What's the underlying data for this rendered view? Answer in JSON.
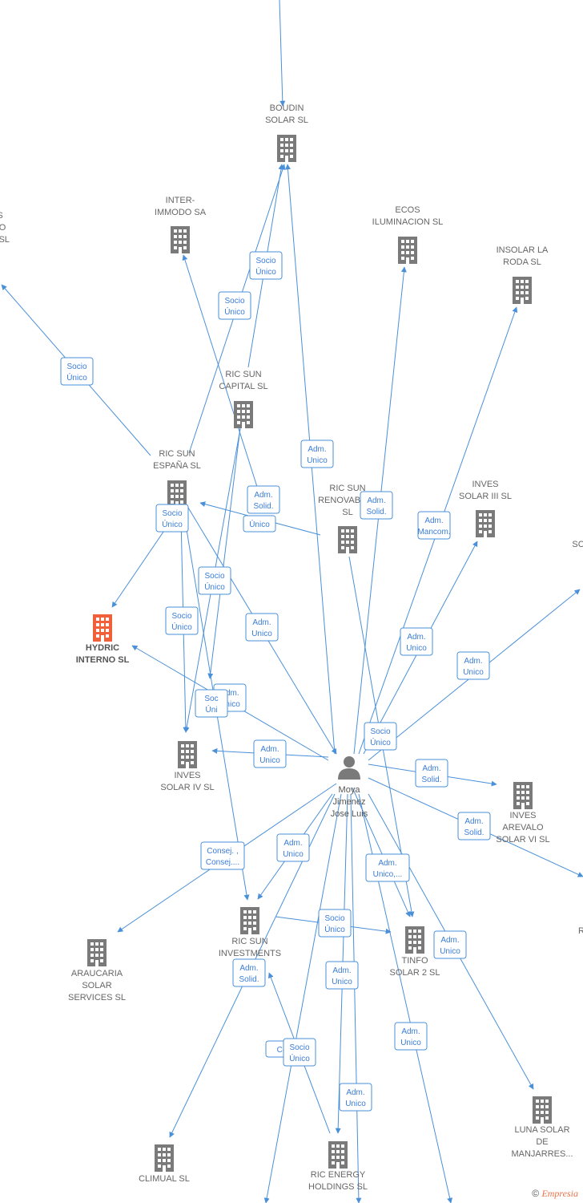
{
  "graph": {
    "companies": [
      {
        "id": "boudin",
        "lines": [
          "BOUDIN",
          "SOLAR SL"
        ]
      },
      {
        "id": "intermodo",
        "lines": [
          "INTER-",
          "IMMODO SA"
        ]
      },
      {
        "id": "ecos",
        "lines": [
          "ECOS",
          "ILUMINACION SL"
        ]
      },
      {
        "id": "insolar",
        "lines": [
          "INSOLAR LA",
          "RODA  SL"
        ]
      },
      {
        "id": "ricsuncapital",
        "lines": [
          "RIC SUN",
          "CAPITAL  SL"
        ]
      },
      {
        "id": "ricsunespana",
        "lines": [
          "RIC SUN",
          "ESPAÑA  SL"
        ]
      },
      {
        "id": "ricsunrenov",
        "lines": [
          "RIC SUN",
          "RENOVABLES",
          "SL"
        ]
      },
      {
        "id": "invessolar3",
        "lines": [
          "INVES",
          "SOLAR III SL"
        ]
      },
      {
        "id": "hydric",
        "lines": [
          "HYDRIC",
          "INTERNO  SL"
        ],
        "focus": true
      },
      {
        "id": "invessolar4",
        "lines": [
          "INVES",
          "SOLAR IV SL"
        ]
      },
      {
        "id": "invesarevalo",
        "lines": [
          "INVES",
          "AREVALO",
          "SOLAR VI SL"
        ]
      },
      {
        "id": "araucaria",
        "lines": [
          "ARAUCARIA",
          "SOLAR",
          "SERVICES SL"
        ]
      },
      {
        "id": "ricsuninv",
        "lines": [
          "RIC SUN",
          "INVESTMENTS"
        ]
      },
      {
        "id": "tinfo",
        "lines": [
          "TINFO",
          "SOLAR 2 SL"
        ]
      },
      {
        "id": "lunasolar",
        "lines": [
          "LUNA SOLAR",
          "DE",
          "MANJARRES..."
        ]
      },
      {
        "id": "climual",
        "lines": [
          "CLIMUAL SL"
        ]
      },
      {
        "id": "ricenergy",
        "lines": [
          "RIC ENERGY",
          "HOLDINGS  SL"
        ]
      },
      {
        "id": "leftcut",
        "lines": [
          "S",
          "LO",
          "S SL"
        ]
      },
      {
        "id": "rightcut1",
        "lines": [
          "SC"
        ]
      },
      {
        "id": "rightcut2",
        "lines": [
          "R"
        ]
      }
    ],
    "person": {
      "lines": [
        "Moya",
        "Jimenez",
        "Jose Luis"
      ]
    },
    "badges": [
      {
        "id": "b1",
        "lines": [
          "Socio",
          "Único"
        ]
      },
      {
        "id": "b2",
        "lines": [
          "Socio",
          "Único"
        ]
      },
      {
        "id": "b3",
        "lines": [
          "Socio",
          "Único"
        ]
      },
      {
        "id": "b4",
        "lines": [
          "Adm.",
          "Unico"
        ]
      },
      {
        "id": "b5",
        "lines": [
          "Adm.",
          "Solid."
        ]
      },
      {
        "id": "b6",
        "lines": [
          "Único"
        ]
      },
      {
        "id": "b7",
        "lines": [
          "Adm.",
          "Solid."
        ]
      },
      {
        "id": "b8",
        "lines": [
          "Adm.",
          "Mancom."
        ]
      },
      {
        "id": "b9",
        "lines": [
          "Socio",
          "Único"
        ]
      },
      {
        "id": "b10",
        "lines": [
          "Socio",
          "Único"
        ]
      },
      {
        "id": "b11",
        "lines": [
          "Socio",
          "Único"
        ]
      },
      {
        "id": "b12",
        "lines": [
          "Adm.",
          "Unico"
        ]
      },
      {
        "id": "b13",
        "lines": [
          "Adm.",
          "Unico"
        ]
      },
      {
        "id": "b14",
        "lines": [
          "Adm.",
          "Unico"
        ]
      },
      {
        "id": "b15",
        "lines": [
          "Adm.",
          "Unico"
        ]
      },
      {
        "id": "b16",
        "lines": [
          "Soc",
          "Úni"
        ]
      },
      {
        "id": "b17",
        "lines": [
          "Socio",
          "Único"
        ]
      },
      {
        "id": "b18",
        "lines": [
          "Adm.",
          "Unico"
        ]
      },
      {
        "id": "b19",
        "lines": [
          "Adm.",
          "Solid."
        ]
      },
      {
        "id": "b20",
        "lines": [
          "Adm.",
          "Solid."
        ]
      },
      {
        "id": "b21",
        "lines": [
          "Consej. ,",
          "Consej...."
        ]
      },
      {
        "id": "b22",
        "lines": [
          "Adm.",
          "Unico"
        ]
      },
      {
        "id": "b23",
        "lines": [
          "Adm.",
          "Unico,..."
        ]
      },
      {
        "id": "b24",
        "lines": [
          "Socio",
          "Único"
        ]
      },
      {
        "id": "b25",
        "lines": [
          "Adm.",
          "Unico"
        ]
      },
      {
        "id": "b26",
        "lines": [
          "Adm.",
          "Solid."
        ]
      },
      {
        "id": "b27",
        "lines": [
          "Adm.",
          "Unico"
        ]
      },
      {
        "id": "b28",
        "lines": [
          "Adm.",
          "Unico"
        ]
      },
      {
        "id": "b29",
        "lines": [
          "Co"
        ]
      },
      {
        "id": "b30",
        "lines": [
          "Socio",
          "Único"
        ]
      },
      {
        "id": "b31",
        "lines": [
          "Adm.",
          "Unico"
        ]
      }
    ]
  },
  "footer": {
    "copyright": "©",
    "brand": "Empresia"
  },
  "colors": {
    "edge": "#4a90d9",
    "building": "#7a7a7a",
    "focus": "#f0603a"
  }
}
